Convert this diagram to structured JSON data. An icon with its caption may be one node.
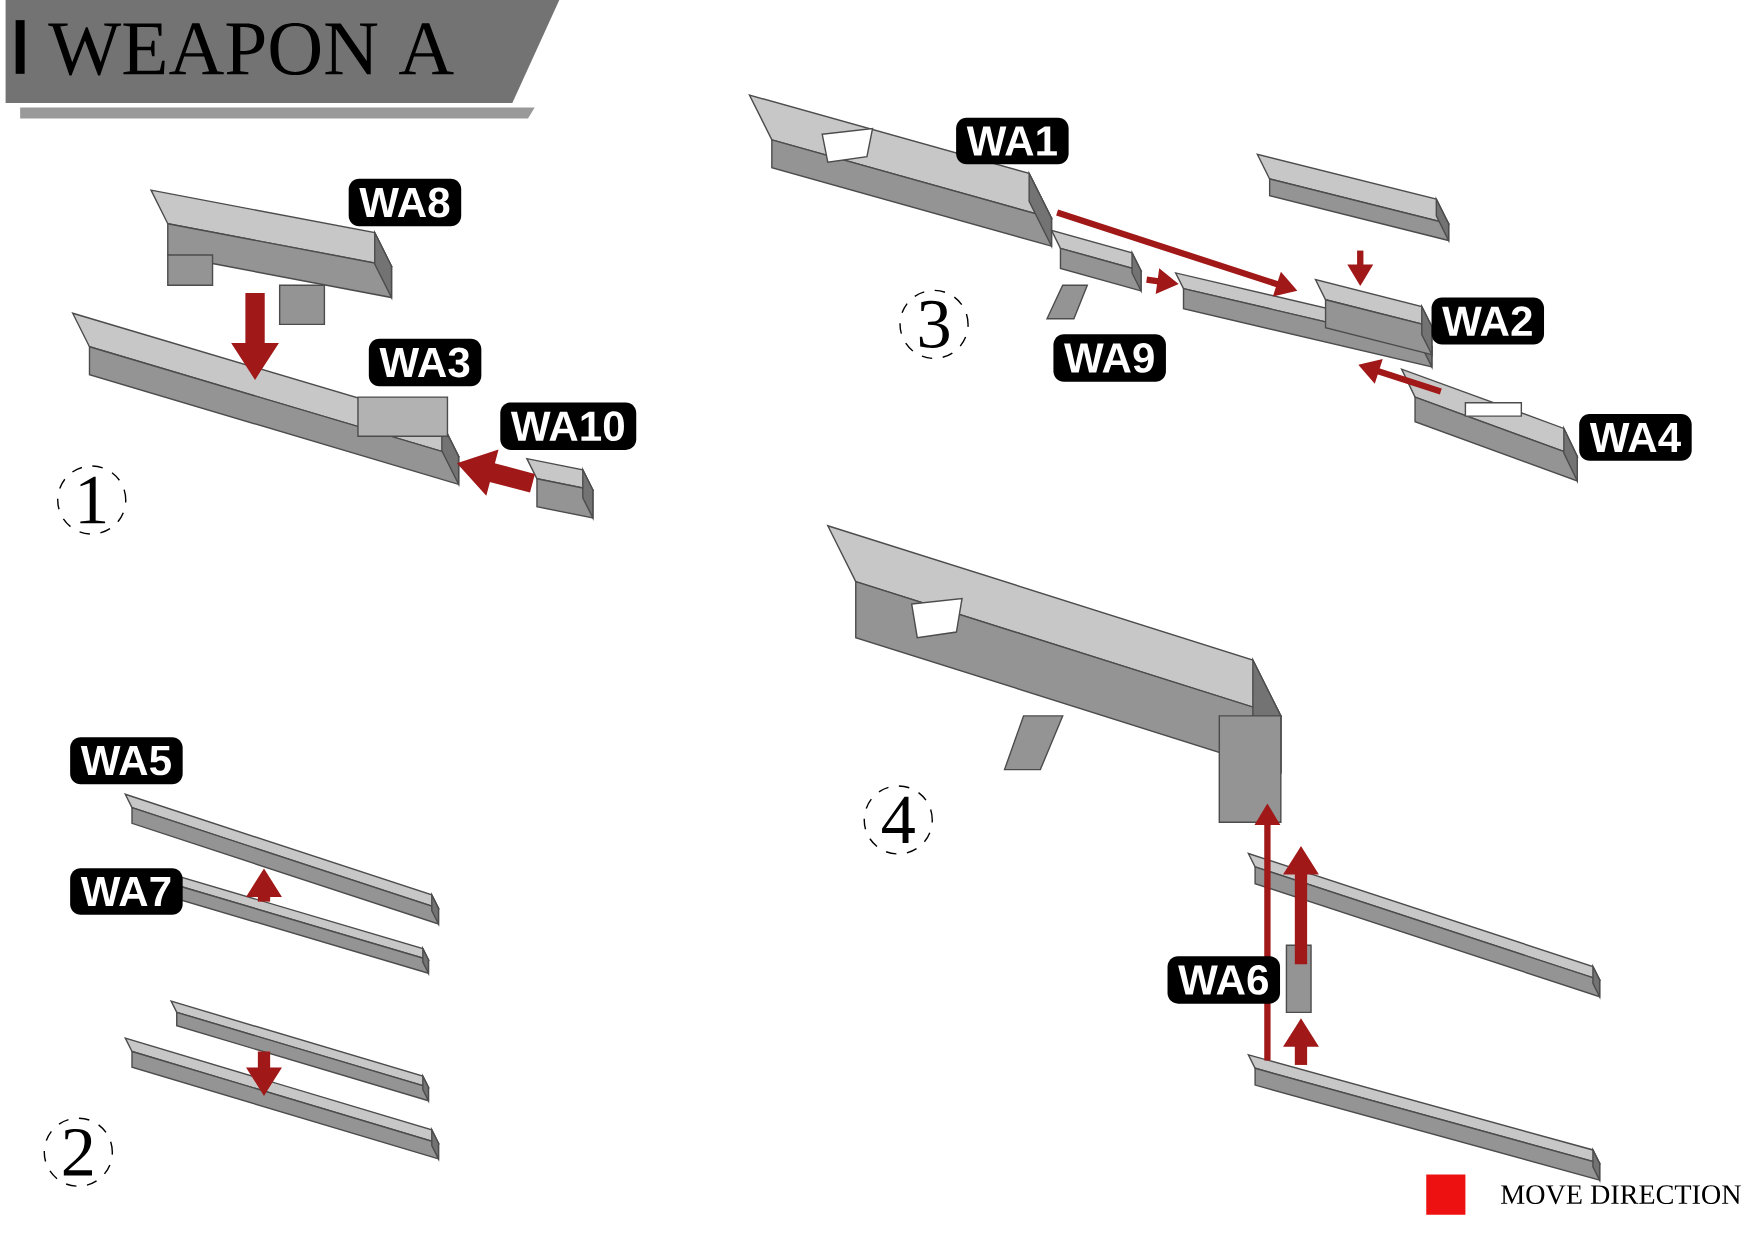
{
  "diagram": {
    "title": "WEAPON A",
    "labels": [
      "WA1",
      "WA8",
      "WA2",
      "3",
      "WA9",
      "WA3",
      "WA10",
      "WA4",
      "1",
      "WA5",
      "4",
      "WA7",
      "WA6",
      "2"
    ],
    "legend": [
      {
        "text": "MOVE DIRECTION",
        "color": "#ee1111"
      }
    ]
  }
}
